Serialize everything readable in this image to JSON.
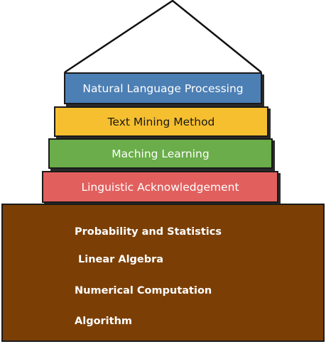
{
  "layers": [
    {
      "label": "Natural Language Processing",
      "color": "#4c7fb4"
    },
    {
      "label": "Text Mining Method",
      "color": "#f6bf2f"
    },
    {
      "label": "Maching Learning",
      "color": "#6aad4a"
    },
    {
      "label": "Linguistic Acknowledgement",
      "color": "#e1605e"
    }
  ],
  "foundation": {
    "color": "#7b3f06",
    "items": [
      "Probability and Statistics",
      "Linear Algebra",
      "Numerical Computation",
      "Algorithm"
    ]
  }
}
